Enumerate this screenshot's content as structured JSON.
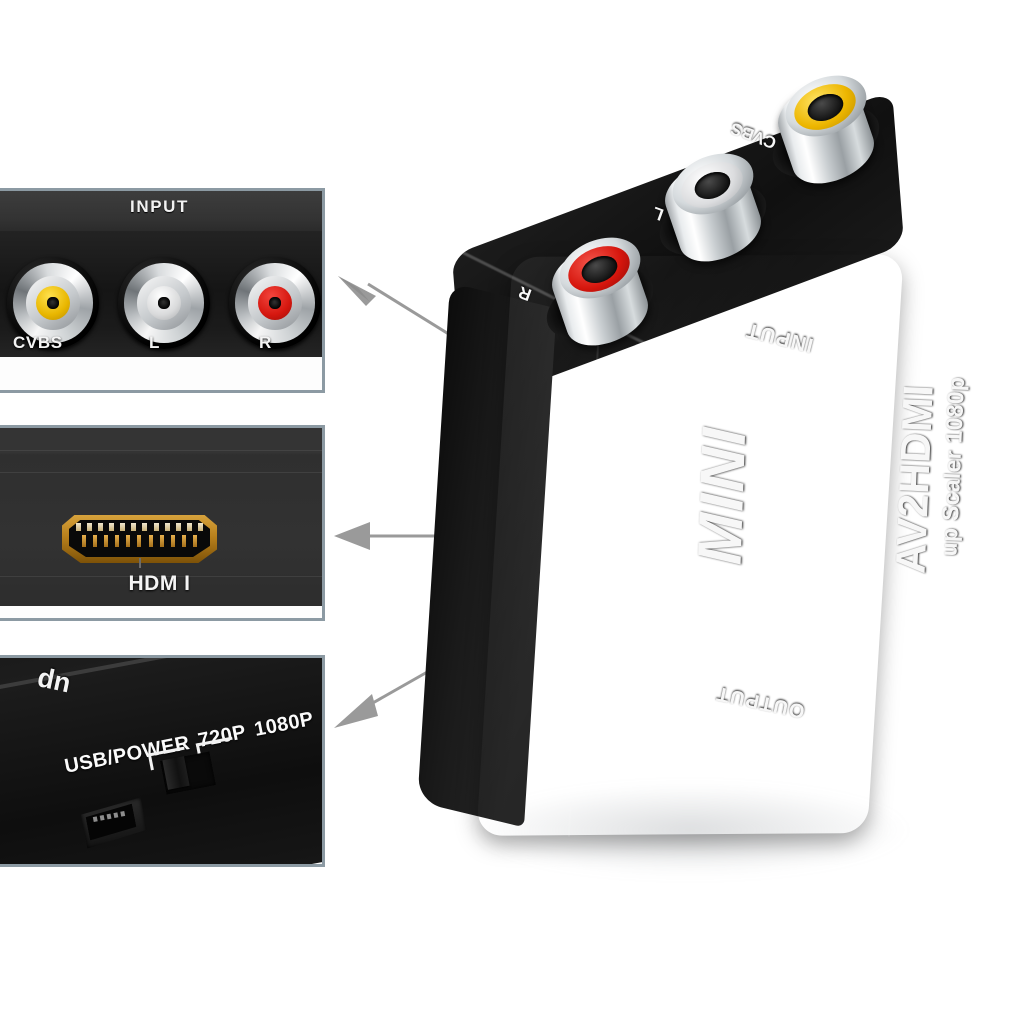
{
  "scene": {
    "kind": "product-photo-composite",
    "subject": "MINI AV2HDMI up Scaler 1080p converter",
    "background_color": "#ffffff"
  },
  "product": {
    "brand_line": "MINI",
    "model_line": "AV2HDMI",
    "sub_line": "up Scaler 1080p",
    "input_label": "INPUT",
    "output_label": "OUTPUT",
    "body_color": "#1b1b1b",
    "jacks": [
      {
        "label": "R",
        "color_name": "red",
        "color": "#d6160d"
      },
      {
        "label": "L",
        "color_name": "white",
        "color": "#dcdddf"
      },
      {
        "label": "CVBS",
        "color_name": "yellow",
        "color": "#edb600"
      }
    ]
  },
  "panels": [
    {
      "id": "input",
      "title": "INPUT",
      "border_color": "#8c9aa3",
      "jack_labels": [
        "CVBS",
        "L",
        "R"
      ],
      "jack_colors": [
        "#e8b600",
        "#d9dadb",
        "#d5170f"
      ]
    },
    {
      "id": "hdmi",
      "port_label": "HDM I",
      "border_color": "#8c9aa3"
    },
    {
      "id": "usb",
      "orientation_text": "up",
      "port_text": "USB/POWER",
      "switch_options": [
        "720P",
        "1080P"
      ],
      "border_color": "#8c9aa3"
    }
  ],
  "arrows": {
    "color": "#9a9a9a",
    "count": 3,
    "directions": [
      "up-left",
      "left",
      "down-left"
    ]
  }
}
